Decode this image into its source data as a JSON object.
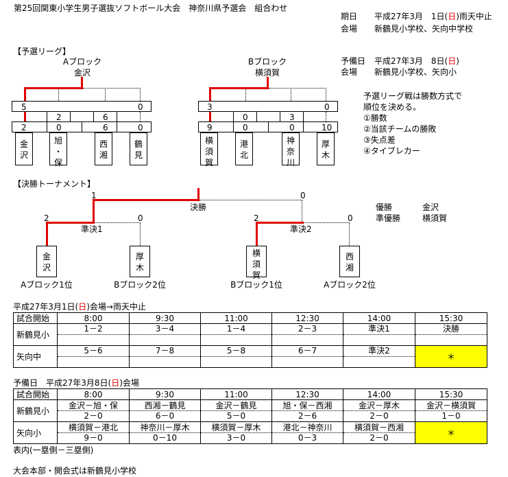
{
  "header": {
    "title": "第25回関東小学生男子選抜ソフトボール大会　神奈川県予選会　組合わせ",
    "date_label": "期日",
    "date_pre": "平成27年3月　1日(",
    "date_day": "日",
    "date_post": ")雨天中止",
    "venue_label": "会場",
    "venue_value": "新鶴見小学校、矢向中学校"
  },
  "league": {
    "section_label": "【予選リーグ】",
    "reserve_label": "予備日",
    "reserve_pre": "平成27年3月　8日(",
    "reserve_day": "日",
    "reserve_post": ")",
    "reserve_venue_label": "会場",
    "reserve_venue_value": "新鶴見小学校、矢向小",
    "rules": [
      "予選リーグ戦は勝数方式で",
      "順位を決める。",
      "①勝数",
      "②当該チームの勝敗",
      "③失点差",
      "④タイブレカー"
    ],
    "block_a": {
      "name": "Aブロック",
      "leader": "金沢",
      "top_scores": [
        "5",
        "0"
      ],
      "mid_scores": [
        "2",
        "6"
      ],
      "bottom_scores": [
        "2",
        "0",
        "6",
        "0"
      ],
      "teams": [
        [
          "金",
          "沢"
        ],
        [
          "旭",
          "・",
          "保"
        ],
        [
          "西",
          "湘"
        ],
        [
          "鶴",
          "見"
        ]
      ]
    },
    "block_b": {
      "name": "Bブロック",
      "leader": "横須賀",
      "top_scores": [
        "3",
        "0"
      ],
      "mid_scores": [
        "0",
        "3"
      ],
      "bottom_scores": [
        "9",
        "0",
        "0",
        "10"
      ],
      "teams": [
        [
          "横",
          "須",
          "賀"
        ],
        [
          "港",
          "北"
        ],
        [
          "神",
          "奈",
          "川"
        ],
        [
          "厚",
          "木"
        ]
      ]
    }
  },
  "tournament": {
    "section_label": "【決勝トーナメント】",
    "final_label": "決勝",
    "final_scores": [
      "1",
      "0"
    ],
    "semi1_label": "準決1",
    "semi1_scores": [
      "2",
      "0"
    ],
    "semi2_label": "準決2",
    "semi2_scores": [
      "2",
      "0"
    ],
    "teams": [
      [
        "金",
        "沢"
      ],
      [
        "厚",
        "木"
      ],
      [
        "横",
        "須",
        "賀"
      ],
      [
        "西",
        "湘"
      ]
    ],
    "seeds": [
      "Aブロック1位",
      "Bブロック2位",
      "Bブロック1位",
      "Aブロック2位"
    ],
    "results": [
      {
        "label": "優勝",
        "team": "金沢"
      },
      {
        "label": "準優勝",
        "team": "横須賀"
      }
    ]
  },
  "schedule1": {
    "caption_pre": "平成27年3月1日(",
    "caption_day": "日",
    "caption_post": ")会場→雨天中止",
    "header_label": "試合開始",
    "times": [
      "8:00",
      "9:30",
      "11:00",
      "12:30",
      "14:00",
      "15:30"
    ],
    "rows": [
      {
        "venue": "新鶴見小",
        "games": [
          "1－2",
          "3－4",
          "1－4",
          "2－3",
          "準決1",
          "決勝"
        ]
      },
      {
        "venue": "矢向中",
        "games": [
          "5－6",
          "7－8",
          "5－8",
          "6－7",
          "準決2",
          "＊"
        ]
      }
    ]
  },
  "schedule2": {
    "caption_pre": "予備日　平成27年3月8日(",
    "caption_day": "日",
    "caption_post": ")会場",
    "header_label": "試合開始",
    "times": [
      "8:00",
      "9:30",
      "11:00",
      "12:30",
      "14:00",
      "15:30"
    ],
    "rows": [
      {
        "venue": "新鶴見小",
        "games": [
          "金沢－旭・保",
          "西湘－鶴見",
          "金沢－鶴見",
          "旭・保－西湘",
          "金沢－厚木",
          "金沢－横須賀"
        ],
        "scores": [
          "2－0",
          "6－0",
          "5－0",
          "2－6",
          "2－0",
          "1－0"
        ]
      },
      {
        "venue": "矢向小",
        "games": [
          "横須賀－港北",
          "神奈川－厚木",
          "横須賀－厚木",
          "港北－神奈川",
          "横須賀－西湘",
          "＊"
        ],
        "scores": [
          "9－0",
          "0－10",
          "3－0",
          "0－3",
          "2－0",
          ""
        ]
      }
    ],
    "note": "表内(一塁側－三塁側)"
  },
  "footer": "大会本部・開会式は新鶴見小学校",
  "colors": {
    "accent_red": "#e00000",
    "highlight": "#ffff00"
  }
}
